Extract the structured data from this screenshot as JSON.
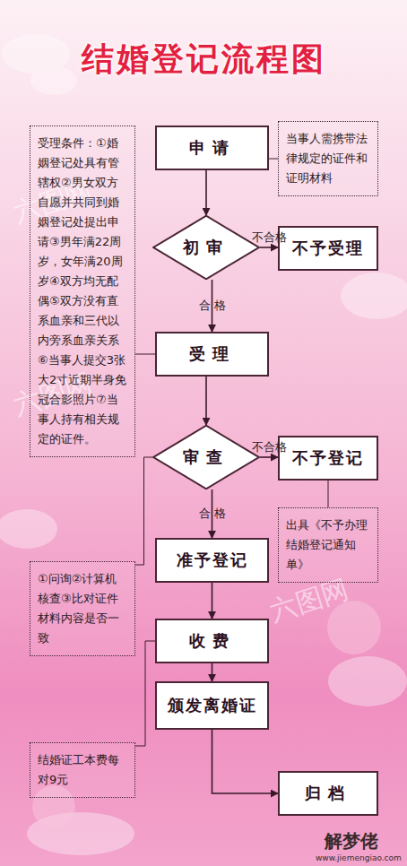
{
  "diagram": {
    "title": "结婚登记流程图",
    "nodes": [
      {
        "text": [
          "受理条件：①婚姻登记处具有管辖权②男女双方自愿并共同到婚姻登记处提出申请③男年满22周岁，女年满20周岁④双方均无配偶⑤双方没有直系血亲和三代以内旁系血亲关系⑥当事人提交3张大2寸近期半身免冠合影照片⑦当事人持有相关规定的证件。"
        ]
      },
      {
        "text": [
          "申请"
        ]
      },
      {
        "text": [
          "当事人需携带法律规定的证件和证明材料"
        ]
      },
      {
        "text": [
          "初审"
        ]
      },
      {
        "text": [
          "不予受理"
        ]
      },
      {
        "text": [
          "受理"
        ]
      },
      {
        "text": [
          "审查"
        ]
      },
      {
        "text": [
          "不予登记"
        ]
      },
      {
        "text": [
          "出具《不予办理结婚登记通知单》"
        ]
      },
      {
        "text": [
          "准予登记"
        ]
      },
      {
        "text": [
          "①问询②计算机核查③比对证件材料内容是否一致"
        ]
      },
      {
        "text": [
          "收费"
        ]
      },
      {
        "text": [
          "颁发离婚证"
        ]
      },
      {
        "text": [
          "结婚证工本费每对9元"
        ]
      },
      {
        "text": [
          "归档"
        ]
      }
    ],
    "edges": [
      {
        "from": 1,
        "to": 3,
        "arrow": "to"
      },
      {
        "from": 3,
        "to": 4,
        "label": "不合格",
        "arrow": "to"
      },
      {
        "from": 3,
        "to": 5,
        "label": "合 格",
        "arrow": "to"
      },
      {
        "from": 5,
        "to": 6,
        "arrow": "to"
      },
      {
        "from": 6,
        "to": 7,
        "label": "不合格",
        "arrow": "to"
      },
      {
        "from": 6,
        "to": 9,
        "label": "合 格",
        "arrow": "to"
      },
      {
        "from": 9,
        "to": 11,
        "arrow": "to"
      },
      {
        "from": 11,
        "to": 12,
        "arrow": "to"
      },
      {
        "from": 12,
        "to": 14,
        "arrow": "to"
      },
      {
        "from": 1,
        "to": 2,
        "arrow": "none"
      },
      {
        "from": 0,
        "to": 5,
        "arrow": "none"
      },
      {
        "from": 7,
        "to": 8,
        "arrow": "none"
      },
      {
        "from": 10,
        "to": 6,
        "arrow": "none"
      },
      {
        "from": 13,
        "to": 11,
        "arrow": "none"
      }
    ],
    "labels": [
      "六图网",
      "六图网",
      "六图网",
      "解梦佬",
      "www.jiemengiao.com"
    ]
  }
}
